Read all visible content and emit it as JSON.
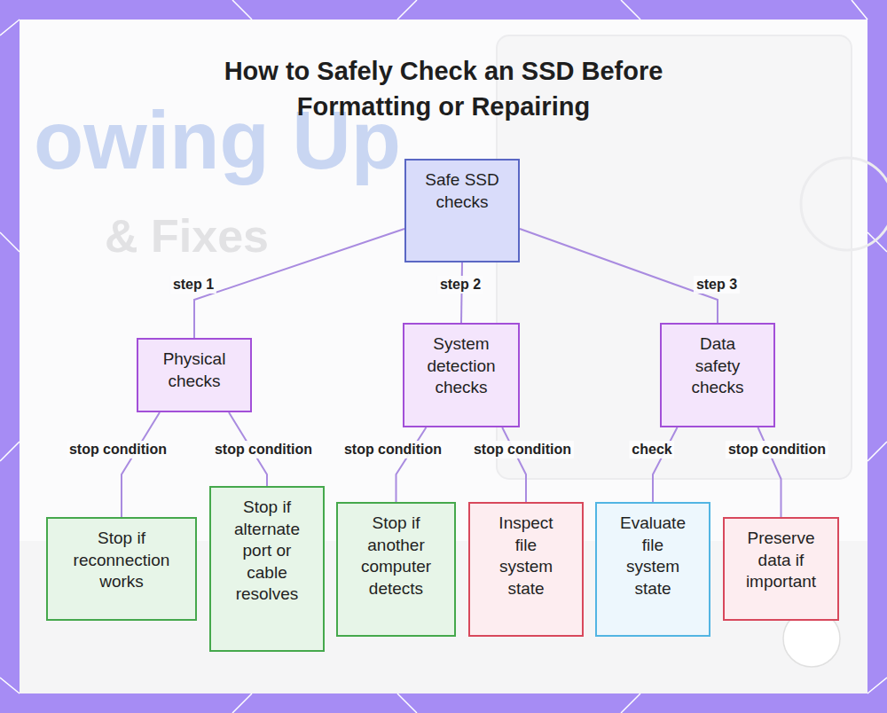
{
  "diagram": {
    "title": "How to Safely Check an SSD Before Formatting or Repairing",
    "nodes": [
      {
        "text": [
          "Safe SSD checks"
        ]
      },
      {
        "text": [
          "Physical checks"
        ]
      },
      {
        "text": [
          "System detection checks"
        ]
      },
      {
        "text": [
          "Data safety checks"
        ]
      },
      {
        "text": [
          "Stop if reconnection works"
        ]
      },
      {
        "text": [
          "Stop if alternate port or cable resolves"
        ]
      },
      {
        "text": [
          "Stop if another computer detects"
        ]
      },
      {
        "text": [
          "Inspect file system state"
        ]
      },
      {
        "text": [
          "Evaluate file system state"
        ]
      },
      {
        "text": [
          "Preserve data if important"
        ]
      }
    ],
    "edges": [
      {
        "from": 0,
        "to": 1,
        "label": "step 1",
        "arrow": "none"
      },
      {
        "from": 0,
        "to": 2,
        "label": "step 2",
        "arrow": "none"
      },
      {
        "from": 0,
        "to": 3,
        "label": "step 3",
        "arrow": "none"
      },
      {
        "from": 1,
        "to": 4,
        "label": "stop condition",
        "arrow": "none"
      },
      {
        "from": 1,
        "to": 5,
        "label": "stop condition",
        "arrow": "none"
      },
      {
        "from": 2,
        "to": 6,
        "label": "stop condition",
        "arrow": "none"
      },
      {
        "from": 2,
        "to": 7,
        "label": "stop condition",
        "arrow": "none"
      },
      {
        "from": 3,
        "to": 8,
        "label": "check",
        "arrow": "none"
      },
      {
        "from": 3,
        "to": 9,
        "label": "stop condition",
        "arrow": "none"
      }
    ],
    "labels": [
      "owing Up",
      "& Fixes"
    ]
  }
}
